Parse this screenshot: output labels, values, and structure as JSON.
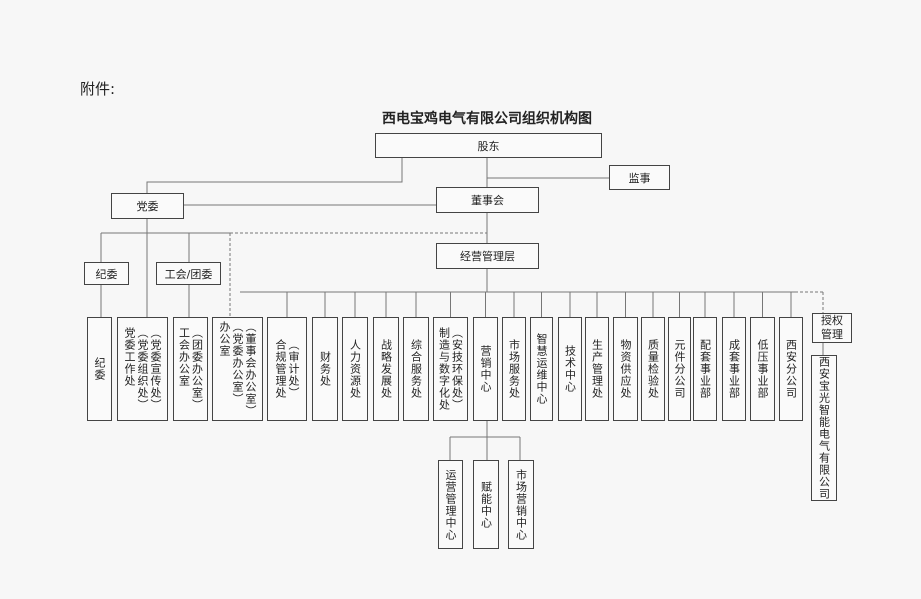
{
  "attachment_label": "附件:",
  "title": "西电宝鸡电气有限公司组织机构图",
  "top": {
    "shareholders": "股东",
    "supervisor": "监事",
    "board": "董事会",
    "party_committee": "党委",
    "management": "经营管理层",
    "discipline": "纪委",
    "union": "工会/团委",
    "authorized": "授权管理"
  },
  "departments": [
    "纪委",
    "（党委宣传处）\n（党委组织处）\n党委工作处",
    "（团委办公室）\n工会办公室",
    "（董事会办公室）\n（党委办公室）\n办公室",
    "（审计处）\n合规管理处",
    "财务处",
    "人力资源处",
    "战略发展处",
    "综合服务处",
    "（安技环保处）\n制造与数字化处",
    "营销中心",
    "市场服务处",
    "智慧运维中心",
    "技术中心",
    "生产管理处",
    "物资供应处",
    "质量检验处",
    "元件分公司",
    "配套事业部",
    "成套事业部",
    "低压事业部",
    "西安分公司"
  ],
  "subsidiary": "西安宝光智能电气有限公司",
  "marketing_units": [
    "运营管理中心",
    "赋能中心",
    "市场营销中心"
  ]
}
